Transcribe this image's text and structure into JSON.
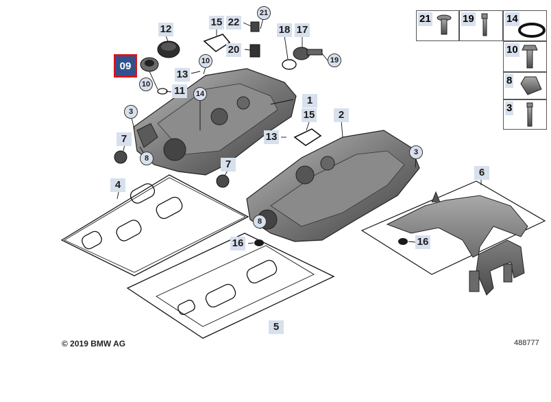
{
  "highlighted_part": "09",
  "parts": {
    "p1": "1",
    "p2": "2",
    "p3a": "3",
    "p3b": "3",
    "p4": "4",
    "p5": "5",
    "p6": "6",
    "p7a": "7",
    "p7b": "7",
    "p8a": "8",
    "p8b": "8",
    "p10a": "10",
    "p10b": "10",
    "p11": "11",
    "p12": "12",
    "p13a": "13",
    "p13b": "13",
    "p14": "14",
    "p15a": "15",
    "p15b": "15",
    "p16a": "16",
    "p16b": "16",
    "p17": "17",
    "p18": "18",
    "p19": "19",
    "p20": "20",
    "p21": "21",
    "p22": "22"
  },
  "legend": [
    {
      "number": "21",
      "icon": "flange-screw-icon"
    },
    {
      "number": "19",
      "icon": "bolt-icon"
    },
    {
      "number": "14",
      "icon": "o-ring-icon"
    },
    {
      "number": "10",
      "icon": "hex-bolt-icon"
    },
    {
      "number": "8",
      "icon": "clip-nut-icon"
    },
    {
      "number": "3",
      "icon": "stud-bolt-icon"
    }
  ],
  "copyright": "© 2019 BMW AG",
  "diagram_number": "488777"
}
